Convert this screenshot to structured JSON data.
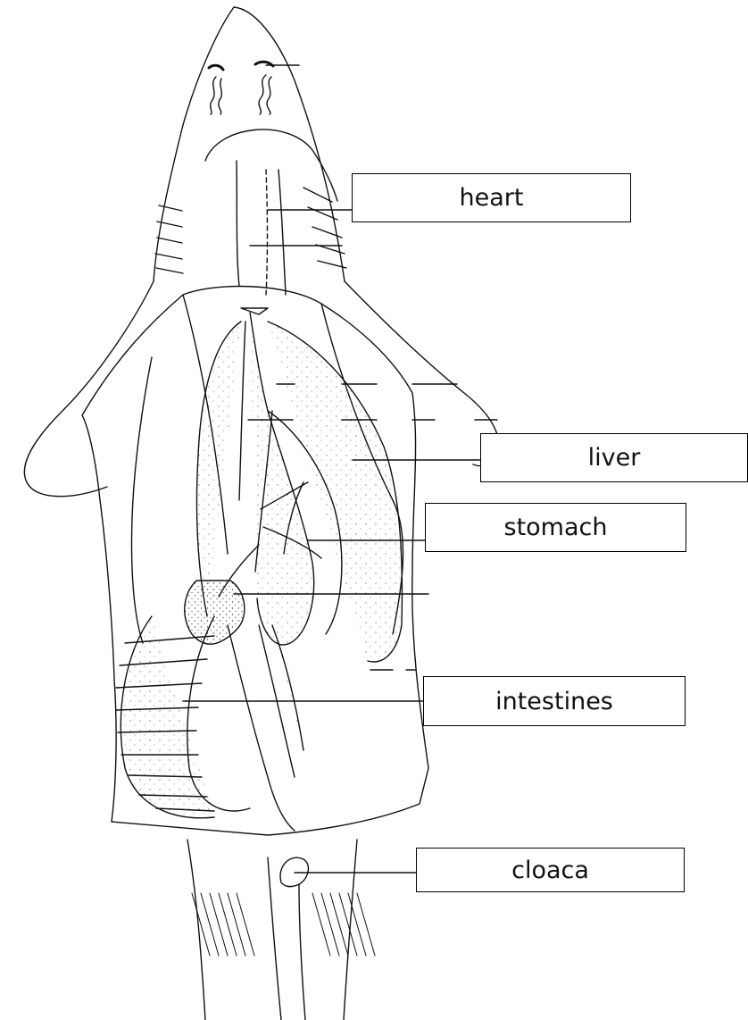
{
  "labels": {
    "heart": "heart",
    "liver": "liver",
    "stomach": "stomach",
    "intestines": "intestines",
    "cloaca": "cloaca"
  }
}
